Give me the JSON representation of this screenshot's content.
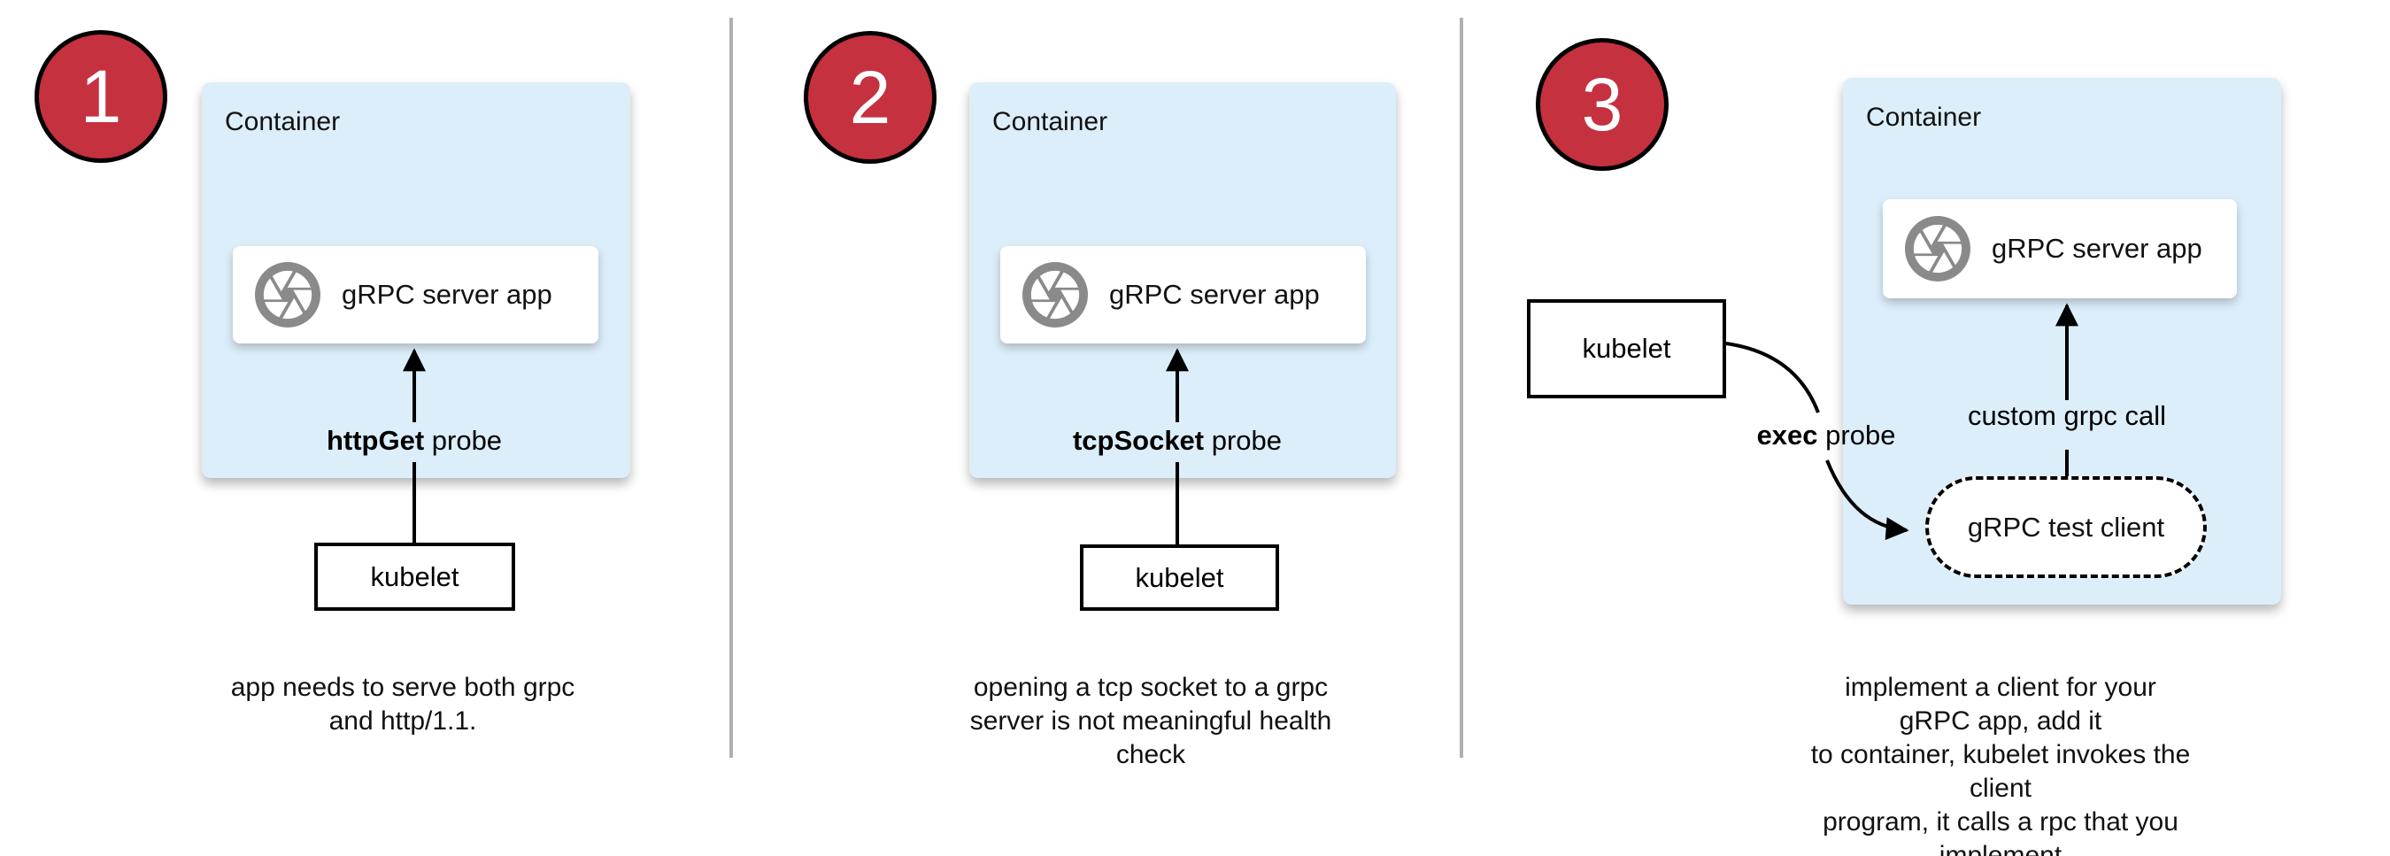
{
  "colors": {
    "container_bg": "#dbeefa",
    "badge_bg": "#c5313f",
    "badge_border": "#000000",
    "icon_gray": "#8a8a8a",
    "divider": "#b0b0b0",
    "arrow": "#000000"
  },
  "panels": [
    {
      "number": "1",
      "container_label": "Container",
      "app_label": "gRPC server app",
      "app_icon": "aperture-icon",
      "probe": {
        "bold": "httpGet",
        "rest": " probe"
      },
      "kubelet_label": "kubelet",
      "caption": "app needs to serve both grpc\nand http/1.1."
    },
    {
      "number": "2",
      "container_label": "Container",
      "app_label": "gRPC server app",
      "app_icon": "aperture-icon",
      "probe": {
        "bold": "tcpSocket",
        "rest": " probe"
      },
      "kubelet_label": "kubelet",
      "caption": "opening a tcp socket to a grpc\nserver is not meaningful health\ncheck"
    },
    {
      "number": "3",
      "container_label": "Container",
      "app_label": "gRPC server app",
      "app_icon": "aperture-icon",
      "probe": {
        "bold": "exec",
        "rest": " probe"
      },
      "kubelet_label": "kubelet",
      "grpc_call_label": "custom grpc call",
      "test_client_label": "gRPC test client",
      "caption": "implement a client for your gRPC app, add it\nto container, kubelet invokes the client\nprogram, it calls a rpc that you implement"
    }
  ]
}
